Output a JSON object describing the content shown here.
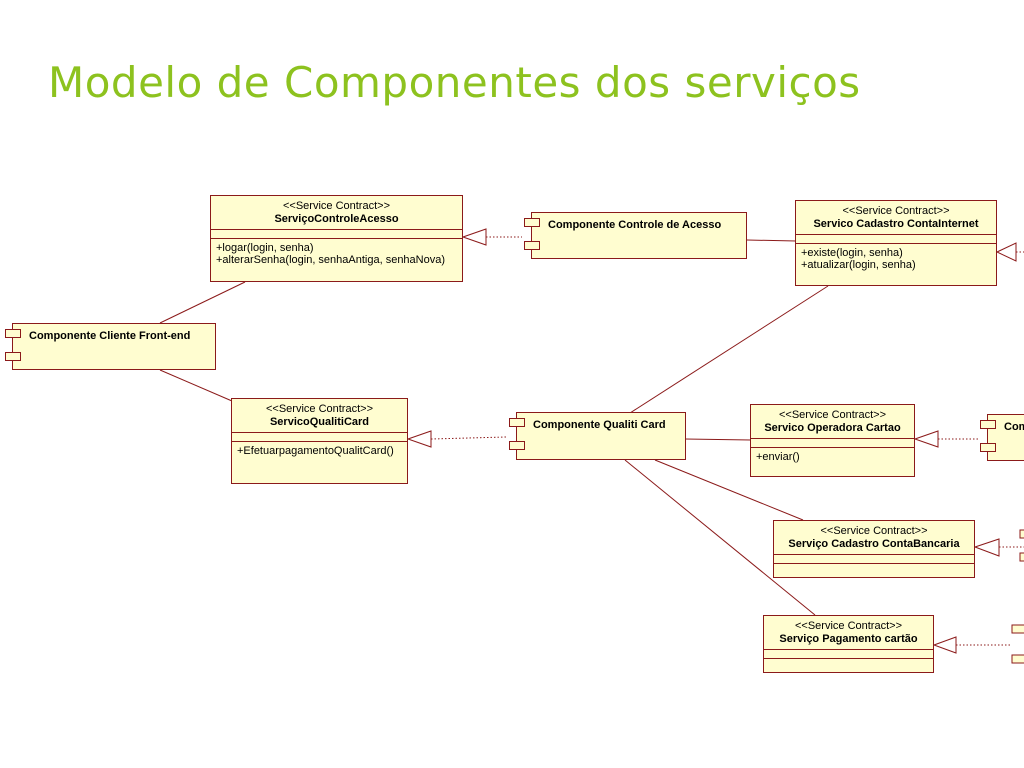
{
  "title": "Modelo de Componentes dos serviços",
  "colors": {
    "title": "#8dc21f",
    "box_fill": "#fffdd0",
    "box_border": "#8b1a1a"
  },
  "contracts": {
    "controle_acesso": {
      "stereotype": "<<Service Contract>>",
      "name": "ServiçoControleAcesso",
      "operations": [
        "+logar(login, senha)",
        "+alterarSenha(login, senhaAntiga, senhaNova)"
      ]
    },
    "qualiti_card": {
      "stereotype": "<<Service Contract>>",
      "name": "ServicoQualitiCard",
      "operations": [
        "+EfetuarpagamentoQualitCard()"
      ]
    },
    "conta_internet": {
      "stereotype": "<<Service Contract>>",
      "name": "Servico Cadastro ContaInternet",
      "operations": [
        "+existe(login, senha)",
        "+atualizar(login, senha)"
      ]
    },
    "operadora_cartao": {
      "stereotype": "<<Service Contract>>",
      "name": "Servico Operadora Cartao",
      "operations": [
        "+enviar()"
      ]
    },
    "conta_bancaria": {
      "stereotype": "<<Service Contract>>",
      "name": "Serviço Cadastro ContaBancaria",
      "operations": []
    },
    "pagamento_cartao": {
      "stereotype": "<<Service Contract>>",
      "name": "Serviço Pagamento cartão",
      "operations": []
    }
  },
  "components": {
    "front_end": {
      "name": "Componente Cliente Front-end"
    },
    "controle_acesso": {
      "name": "Componente Controle de Acesso"
    },
    "qualiti_card": {
      "name": "Componente Qualiti Card"
    },
    "partial_right": {
      "name": "Com"
    }
  }
}
